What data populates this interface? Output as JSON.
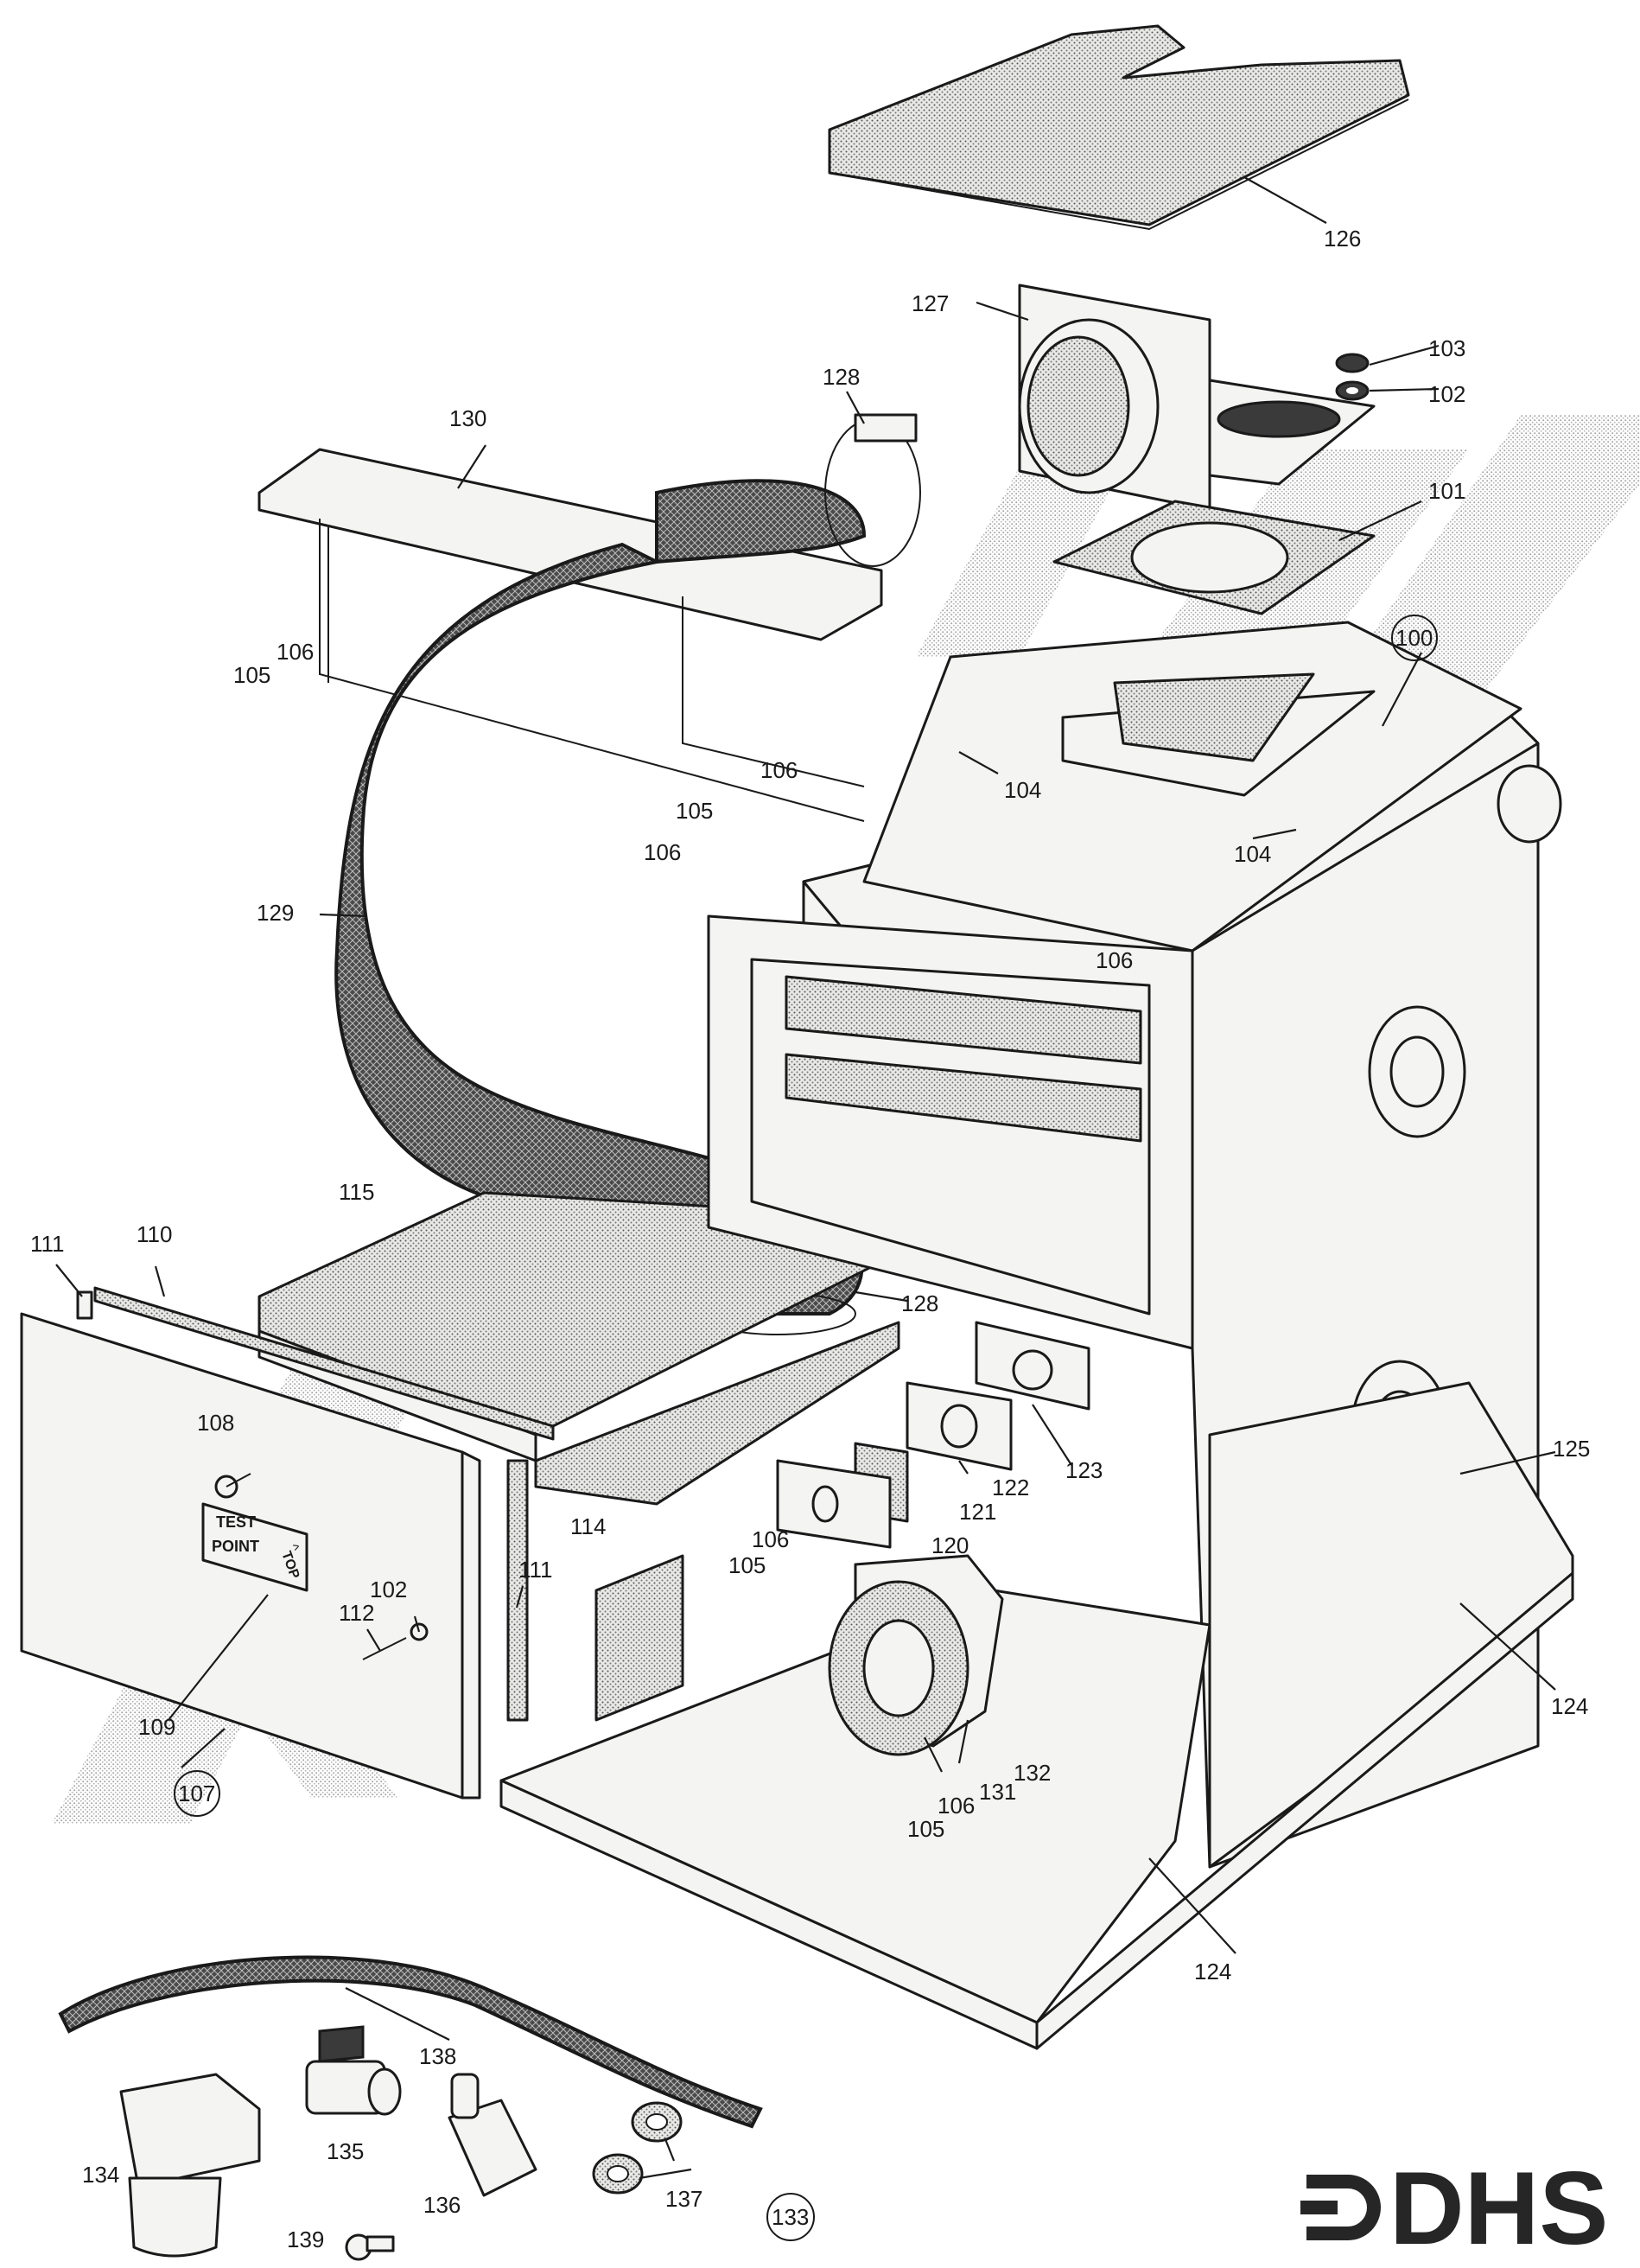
{
  "labels": {
    "p100": "100",
    "p101": "101",
    "p102a": "102",
    "p102b": "102",
    "p103": "103",
    "p104a": "104",
    "p104b": "104",
    "p105a": "105",
    "p105b": "105",
    "p105c": "105",
    "p105d": "105",
    "p106a": "106",
    "p106b": "106",
    "p106c": "106",
    "p106d": "106",
    "p106e": "106",
    "p106f": "106",
    "p107": "107",
    "p108": "108",
    "p109": "109",
    "p110": "110",
    "p111a": "111",
    "p111b": "111",
    "p112": "112",
    "p114": "114",
    "p115": "115",
    "p120": "120",
    "p121": "121",
    "p122": "122",
    "p123": "123",
    "p124a": "124",
    "p124b": "124",
    "p125": "125",
    "p126": "126",
    "p127": "127",
    "p128a": "128",
    "p128b": "128",
    "p129": "129",
    "p130": "130",
    "p131": "131",
    "p132": "132",
    "p133": "133",
    "p134": "134",
    "p135": "135",
    "p136": "136",
    "p137": "137",
    "p138": "138",
    "p139": "139"
  },
  "panel_text": {
    "test": "TEST",
    "point": "POINT",
    "arrow": "^",
    "top": "TOP"
  },
  "logo": {
    "text": "DHS"
  }
}
